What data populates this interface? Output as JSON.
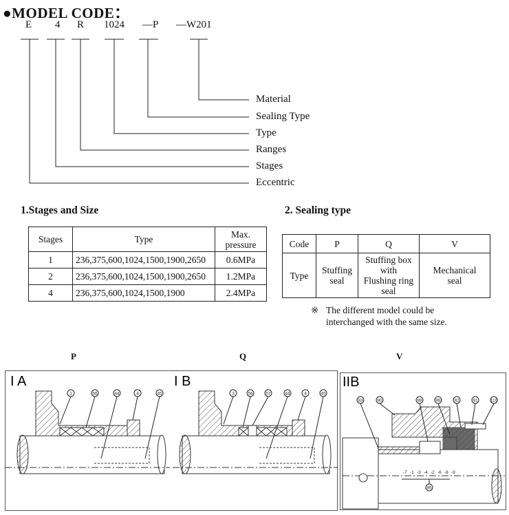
{
  "model_code": {
    "title": "●MODEL CODE：",
    "parts": [
      "E",
      "4",
      "R",
      "1024",
      "—P",
      "—W201"
    ],
    "labels": [
      "Material",
      "Sealing Type",
      "Type",
      "Ranges",
      "Stages",
      "Eccentric"
    ]
  },
  "stages_size": {
    "heading": "1.Stages and Size",
    "headers": [
      "Stages",
      "Type",
      "Max.\npressure"
    ],
    "rows": [
      {
        "stage": "1",
        "type": "236,375,600,1024,1500,1900,2650",
        "pressure": "0.6MPa"
      },
      {
        "stage": "2",
        "type": "236,375,600,1024,1500,1900,2650",
        "pressure": "1.2MPa"
      },
      {
        "stage": "4",
        "type": "236,375,600,1024,1500,1900",
        "pressure": "2.4MPa"
      }
    ]
  },
  "sealing_type": {
    "heading": "2. Sealing type",
    "code_label": "Code",
    "type_label": "Type",
    "codes": [
      "P",
      "Q",
      "V"
    ],
    "types": [
      "Stuffing\nseal",
      "Stuffing box\nwith\nFlushing ring\nseal",
      "Mechanical\nseal"
    ],
    "note_mark": "※",
    "note_line1": "The different model could be",
    "note_line2": "interchanged with the same size."
  },
  "drawings": {
    "titles": [
      "P",
      "Q",
      "V"
    ],
    "panel_labels": [
      "I A",
      "I B",
      "IIB"
    ],
    "callouts_a": [
      "1",
      "56",
      "44",
      "4",
      "45"
    ],
    "callouts_b": [
      "3",
      "56",
      "57",
      "44",
      "4",
      "45"
    ],
    "callouts_c_top": [
      "93",
      "90",
      "98",
      "99",
      "92",
      "91",
      "110"
    ],
    "callouts_c_bottom": [
      "-7",
      "-1",
      "-3",
      "-4",
      "-2",
      "-6",
      "-8",
      "-9"
    ],
    "callout_c_95": "95"
  }
}
